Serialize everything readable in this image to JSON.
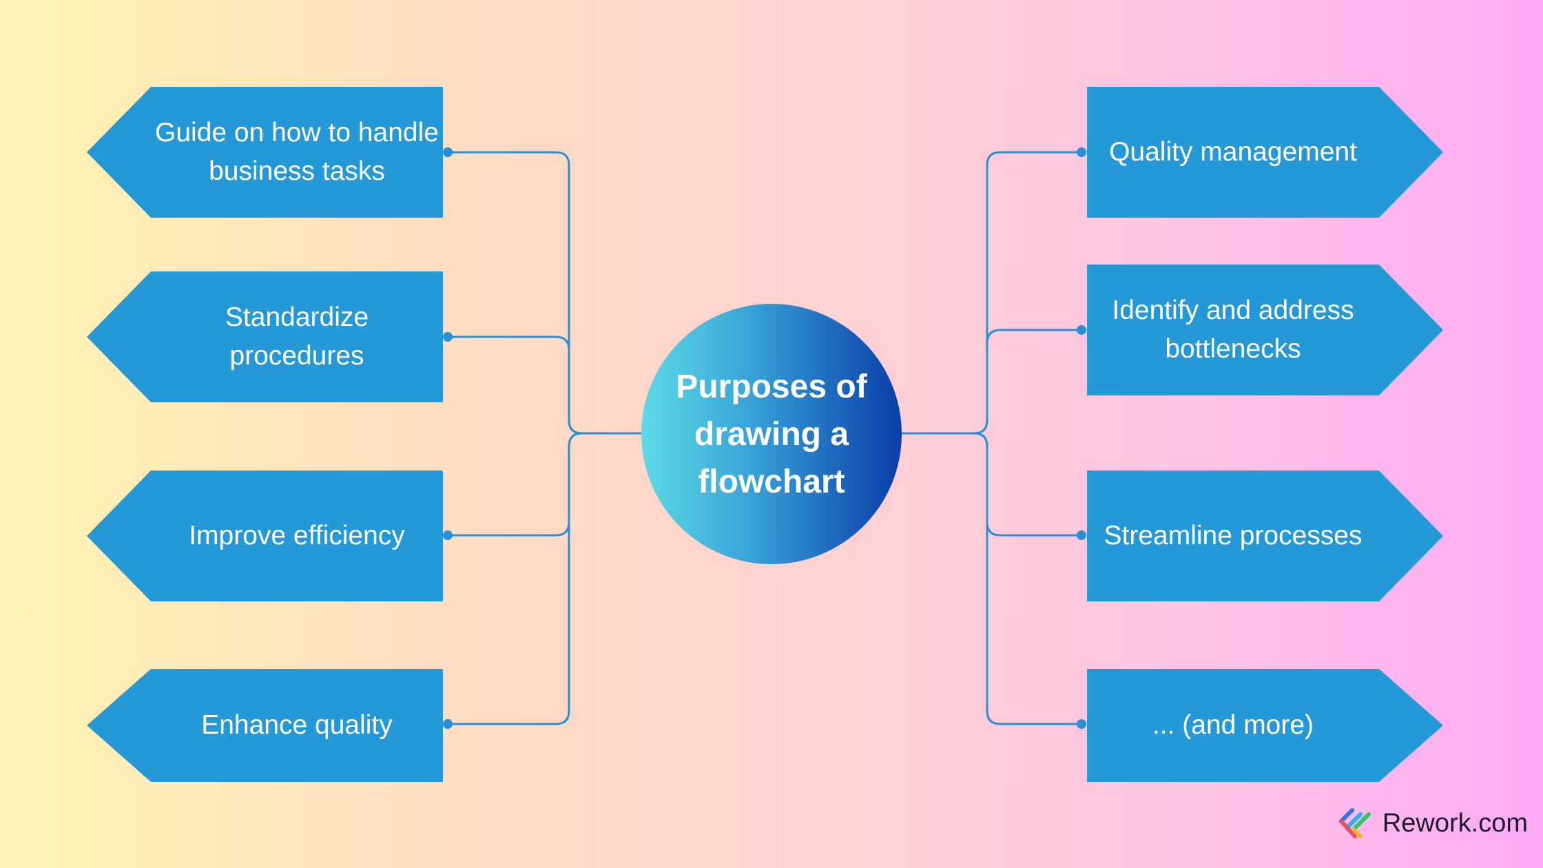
{
  "center": {
    "label": "Purposes of drawing a flowchart"
  },
  "left_nodes": [
    {
      "label": "Guide on how to handle business tasks"
    },
    {
      "label": "Standardize procedures"
    },
    {
      "label": "Improve efficiency"
    },
    {
      "label": "Enhance quality"
    }
  ],
  "right_nodes": [
    {
      "label": "Quality management"
    },
    {
      "label": "Identify and address bottlenecks"
    },
    {
      "label": "Streamline processes"
    },
    {
      "label": "... (and more)"
    }
  ],
  "brand": {
    "name": "Rework.com",
    "icon": "rework-logo-icon"
  },
  "colors": {
    "node_fill": "#2598d8",
    "connector": "#2a8fd4",
    "center_gradient_start": "#5dd9e6",
    "center_gradient_end": "#0c3fa7"
  }
}
